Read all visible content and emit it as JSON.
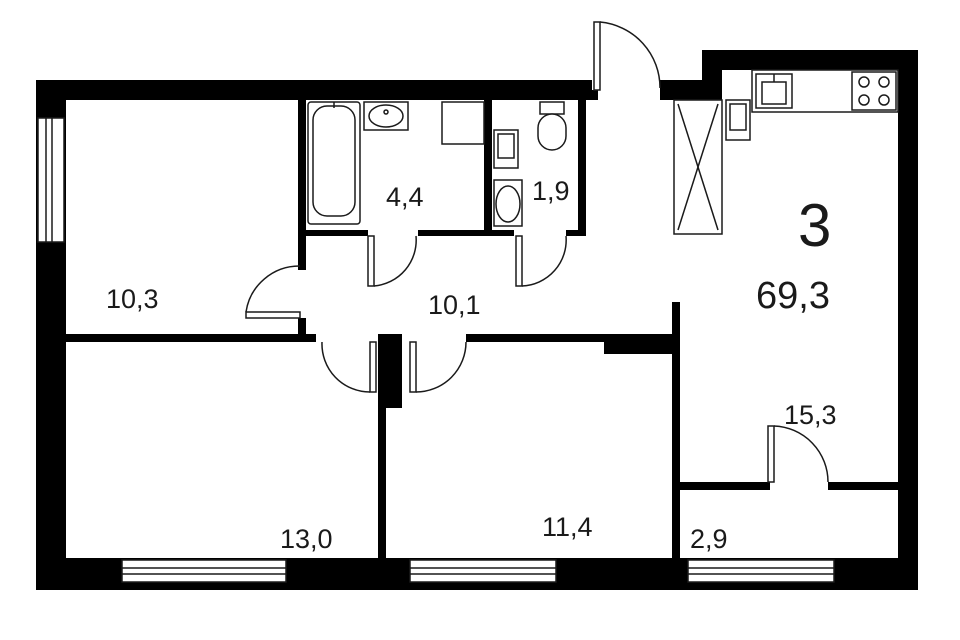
{
  "plan": {
    "room_count": "3",
    "total_area": "69,3",
    "rooms": [
      {
        "id": "bedroom-top-left",
        "area": "10,3"
      },
      {
        "id": "bathroom",
        "area": "4,4"
      },
      {
        "id": "toilet",
        "area": "1,9"
      },
      {
        "id": "hallway",
        "area": "10,1"
      },
      {
        "id": "kitchen-living",
        "area": "15,3"
      },
      {
        "id": "bedroom-bottom-left",
        "area": "13,0"
      },
      {
        "id": "bedroom-bottom-middle",
        "area": "11,4"
      },
      {
        "id": "balcony",
        "area": "2,9"
      }
    ]
  },
  "colors": {
    "wall": "#000000",
    "line": "#1a1a1a",
    "background": "#ffffff"
  }
}
